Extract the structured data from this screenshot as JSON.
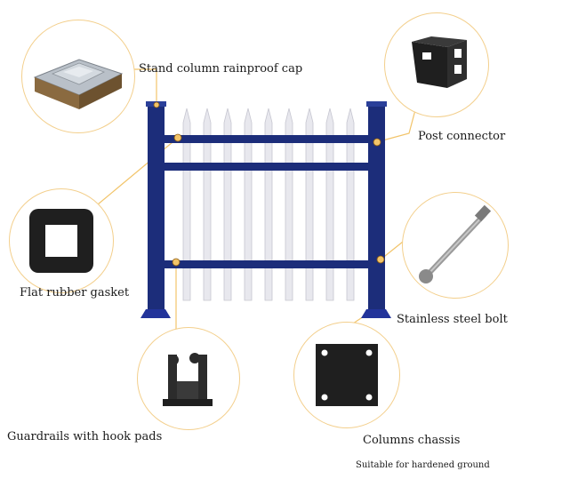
{
  "labels": {
    "cap": "Stand column rainproof cap",
    "connector": "Post connector",
    "gasket": "Flat rubber gasket",
    "bolt": "Stainless steel bolt",
    "hook": "Guardrails with hook pads",
    "chassis": "Columns chassis",
    "note": "Suitable for hardened ground"
  },
  "colors": {
    "fence": "#1c2d7a",
    "picket": "#e8e8ee",
    "accent": "#f2c46a",
    "part_dark": "#1f1f1f"
  }
}
